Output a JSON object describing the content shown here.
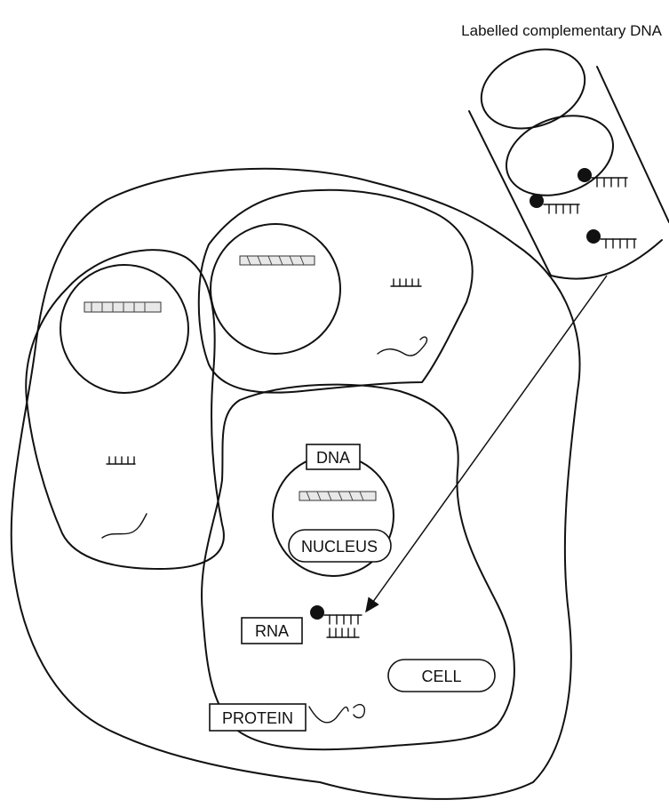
{
  "title": "Labelled complementary DNA",
  "labels": {
    "dna": "DNA",
    "nucleus": "NUCLEUS",
    "rna": "RNA",
    "protein": "PROTEIN",
    "cell": "CELL"
  },
  "colors": {
    "ink": "#111111",
    "background": "#ffffff"
  }
}
